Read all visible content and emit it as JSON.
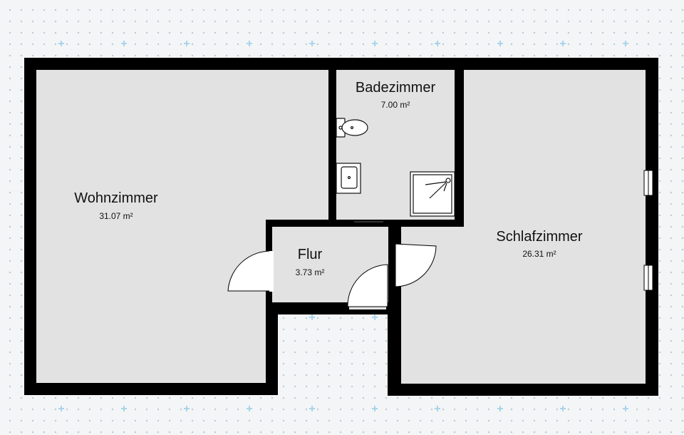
{
  "colors": {
    "wall": "#000000",
    "floor": "#e2e2e2",
    "background": "#f4f5f6",
    "grid_dot": "#b9cbd6",
    "grid_cross": "#a9d4ec"
  },
  "rooms": [
    {
      "name": "Wohnzimmer",
      "area": "31.07 m²"
    },
    {
      "name": "Badezimmer",
      "area": "7.00 m²"
    },
    {
      "name": "Flur",
      "area": "3.73 m²"
    },
    {
      "name": "Schlafzimmer",
      "area": "26.31 m²"
    }
  ],
  "fixtures": [
    "toilet-icon",
    "sink-icon",
    "shower-icon"
  ]
}
